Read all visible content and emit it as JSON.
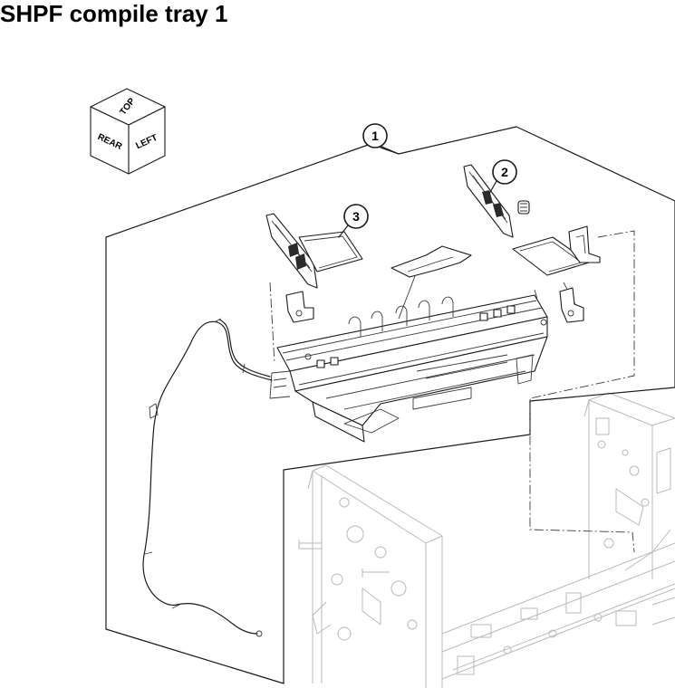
{
  "title": "SHPF compile tray 1",
  "orientation_cube": {
    "top": "TOP",
    "rear": "REAR",
    "left": "LEFT"
  },
  "callouts": [
    "1",
    "2",
    "3"
  ]
}
